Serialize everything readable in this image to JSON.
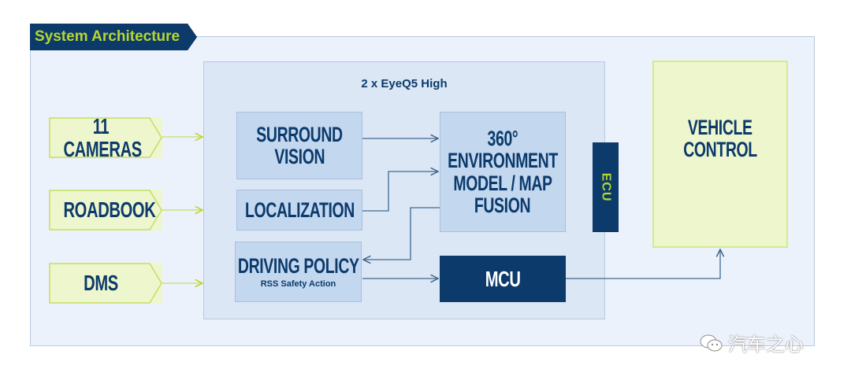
{
  "title": "System Architecture",
  "chip_group": {
    "label": "2 x EyeQ5 High"
  },
  "inputs": [
    {
      "label": "11 CAMERAS"
    },
    {
      "label": "ROADBOOK"
    },
    {
      "label": "DMS"
    }
  ],
  "blocks": {
    "surround_vision": {
      "label_line1": "SURROUND",
      "label_line2": "VISION"
    },
    "localization": {
      "label": "LOCALIZATION"
    },
    "driving_policy": {
      "label": "DRIVING POLICY",
      "sublabel": "RSS Safety Action"
    },
    "environment_model": {
      "line1": "360°",
      "line2": "ENVIRONMENT",
      "line3": "MODEL / MAP",
      "line4": "FUSION"
    },
    "mcu": {
      "label": "MCU"
    },
    "ecu": {
      "label": "ECU"
    },
    "vehicle_control": {
      "line1": "VEHICLE",
      "line2": "CONTROL"
    }
  },
  "watermark": {
    "text": "汽车之心"
  },
  "colors": {
    "navy": "#0b3a6b",
    "lime": "#b7d630",
    "light_lime": "#eef6cd",
    "block_blue": "#c3d7ef",
    "panel_blue": "#dce7f6",
    "background": "#ecf2fb"
  }
}
